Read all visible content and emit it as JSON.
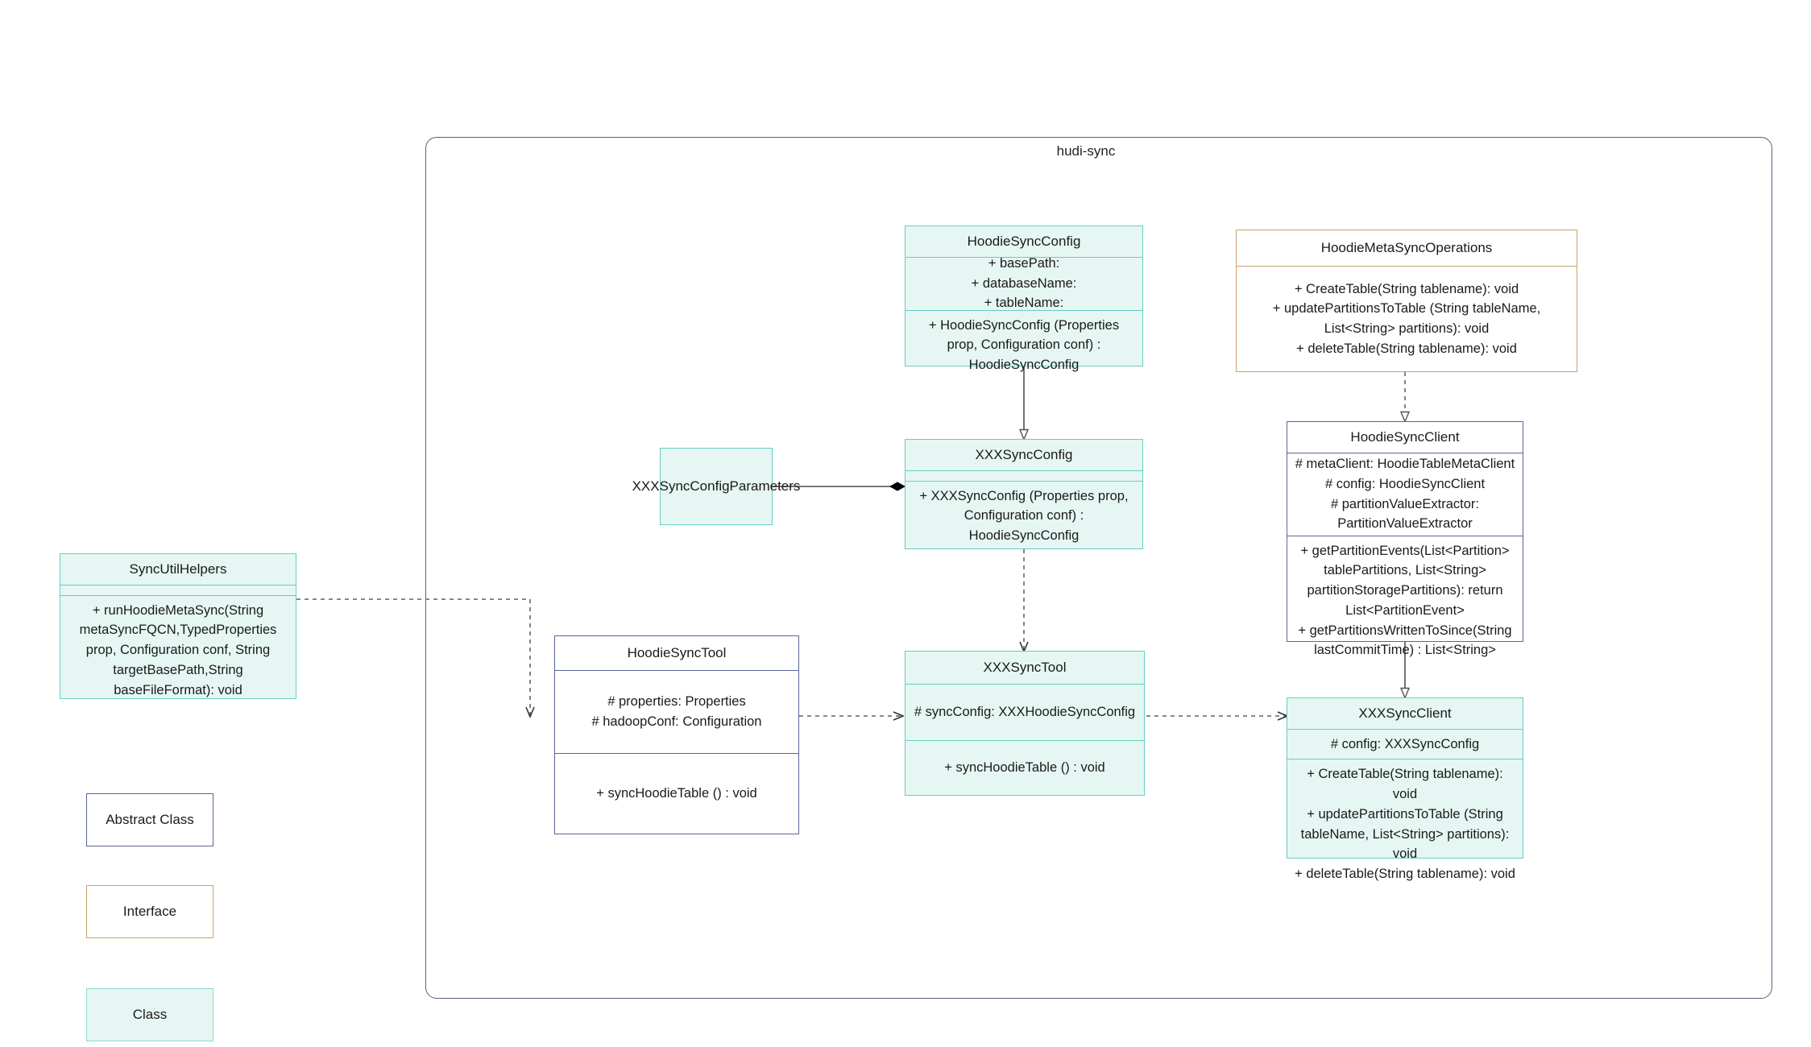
{
  "diagram": {
    "package": {
      "title": "hudi-sync"
    },
    "palette": {
      "class_fill": "#e6f7f3",
      "class_border": "#66cdc4",
      "interface_border": "#c9a26b",
      "abstract_border": "#5a6597",
      "package_border": "#5b5f80",
      "connector": "#666666",
      "diamond": "#000000"
    },
    "legend": [
      {
        "key": "abstract",
        "label": "Abstract Class",
        "style": "abs"
      },
      {
        "key": "interface",
        "label": "Interface",
        "style": "iface"
      },
      {
        "key": "class",
        "label": "Class",
        "style": "cls"
      }
    ],
    "nodes": [
      {
        "id": "HoodieSyncConfig",
        "kind": "class",
        "name": "HoodieSyncConfig",
        "attributes": "+    basePath:\n+   databaseName:\n+   tableName:",
        "operations": "+   HoodieSyncConfig (Properties prop, Configuration conf) : HoodieSyncConfig"
      },
      {
        "id": "HoodieMetaSyncOperations",
        "kind": "interface",
        "name": "HoodieMetaSyncOperations",
        "operations": "+   CreateTable(String tablename): void\n+   updatePartitionsToTable (String tableName, List<String> partitions): void\n+   deleteTable(String tablename): void"
      },
      {
        "id": "XXXSyncConfigParameters",
        "kind": "class",
        "name": "XXXSyncConfigParameters"
      },
      {
        "id": "XXXSyncConfig",
        "kind": "class",
        "name": "XXXSyncConfig",
        "attributes": "",
        "operations": "+   XXXSyncConfig (Properties prop, Configuration conf) : HoodieSyncConfig"
      },
      {
        "id": "HoodieSyncClient",
        "kind": "abstract",
        "name": "HoodieSyncClient",
        "attributes": "#   metaClient: HoodieTableMetaClient\n#   config: HoodieSyncClient\n#    partitionValueExtractor: PartitionValueExtractor",
        "operations": "+   getPartitionEvents(List<Partition> tablePartitions, List<String> partitionStoragePartitions): return List<PartitionEvent>\n+   getPartitionsWrittenToSince(String lastCommitTime) : List<String>"
      },
      {
        "id": "SyncUtilHelpers",
        "kind": "class",
        "name": "SyncUtilHelpers",
        "attributes": "",
        "operations": "+    runHoodieMetaSync(String metaSyncFQCN,TypedProperties prop, Configuration conf, String targetBasePath,String baseFileFormat): void"
      },
      {
        "id": "HoodieSyncTool",
        "kind": "abstract",
        "name": "HoodieSyncTool",
        "attributes": "#   properties: Properties\n#   hadoopConf: Configuration",
        "operations": "+   syncHoodieTable () : void"
      },
      {
        "id": "XXXSyncTool",
        "kind": "class",
        "name": "XXXSyncTool",
        "attributes": "#   syncConfig: XXXHoodieSyncConfig",
        "operations": "+   syncHoodieTable () : void"
      },
      {
        "id": "XXXSyncClient",
        "kind": "class",
        "name": "XXXSyncClient",
        "attributes": "#    config: XXXSyncConfig",
        "operations": "+   CreateTable(String tablename): void\n+    updatePartitionsToTable (String tableName, List<String> partitions): void\n+   deleteTable(String tablename): void"
      }
    ],
    "connectors": [
      {
        "id": "c1",
        "from": "HoodieSyncConfig",
        "to": "XXXSyncConfig",
        "type": "generalization"
      },
      {
        "id": "c2",
        "from": "HoodieMetaSyncOperations",
        "to": "HoodieSyncClient",
        "type": "realization"
      },
      {
        "id": "c3",
        "from": "XXXSyncConfigParameters",
        "to": "XXXSyncConfig",
        "type": "composition"
      },
      {
        "id": "c4",
        "from": "XXXSyncConfig",
        "to": "XXXSyncTool",
        "type": "dependency"
      },
      {
        "id": "c5",
        "from": "SyncUtilHelpers",
        "to": "HoodieSyncTool",
        "type": "dependency"
      },
      {
        "id": "c6",
        "from": "HoodieSyncTool",
        "to": "XXXSyncTool",
        "type": "dependency"
      },
      {
        "id": "c7",
        "from": "XXXSyncTool",
        "to": "XXXSyncClient",
        "type": "dependency"
      },
      {
        "id": "c8",
        "from": "HoodieSyncClient",
        "to": "XXXSyncClient",
        "type": "generalization"
      }
    ]
  }
}
